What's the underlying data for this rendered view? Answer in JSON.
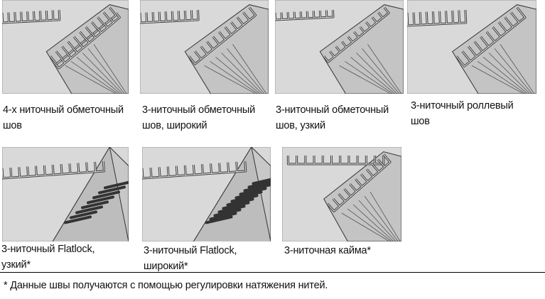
{
  "seams": [
    {
      "type": "overlock-4",
      "caption": [
        "4-х ниточный обметочный",
        "шов"
      ]
    },
    {
      "type": "overlock-3-wide",
      "caption": [
        "3-ниточный обметочный",
        "шов, широкий"
      ]
    },
    {
      "type": "overlock-3-narrow",
      "caption": [
        "3-ниточный обметочный",
        "шов, узкий"
      ]
    },
    {
      "type": "rolled",
      "caption": [
        "3-ниточный роллевый",
        "шов"
      ]
    },
    {
      "type": "flatlock-narrow",
      "caption": [
        "3-ниточный Flatlock,",
        "узкий*"
      ]
    },
    {
      "type": "flatlock-wide",
      "caption": [
        "3-ниточный Flatlock,",
        "широкий*"
      ]
    },
    {
      "type": "edge",
      "caption": [
        "3-ниточная кайма*"
      ]
    }
  ],
  "footnote": "* Данные швы получаются с помощью регулировки натяжения нитей.",
  "colors": {
    "fabric": "#d9d9d9",
    "fold": "#c4c4c4",
    "stitch": "#3a3a3a"
  }
}
